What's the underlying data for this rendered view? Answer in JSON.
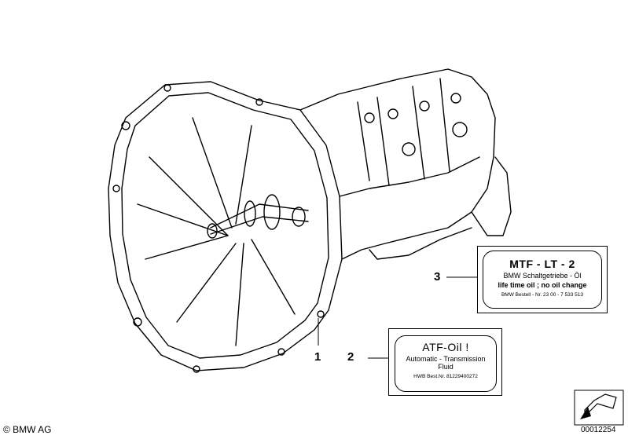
{
  "callouts": {
    "one": "1",
    "two": "2",
    "three": "3"
  },
  "label_mtf": {
    "title": "MTF - LT - 2",
    "line1": "BMW Schaltgetriebe - Öl",
    "line2": "life time oil ; no oil change",
    "line3": "BMW Bestell - Nr.  23 00 - 7 533 513"
  },
  "label_atf": {
    "title": "ATF-Oil !",
    "line1": "Automatic - Transmission",
    "line2": "Fluid",
    "line3": "HWB Best.Nr. 81229400272"
  },
  "footer": {
    "copyright": "© BMW AG",
    "diagram_number": "00012254"
  },
  "icons": {
    "nav": "arrow-icon"
  }
}
